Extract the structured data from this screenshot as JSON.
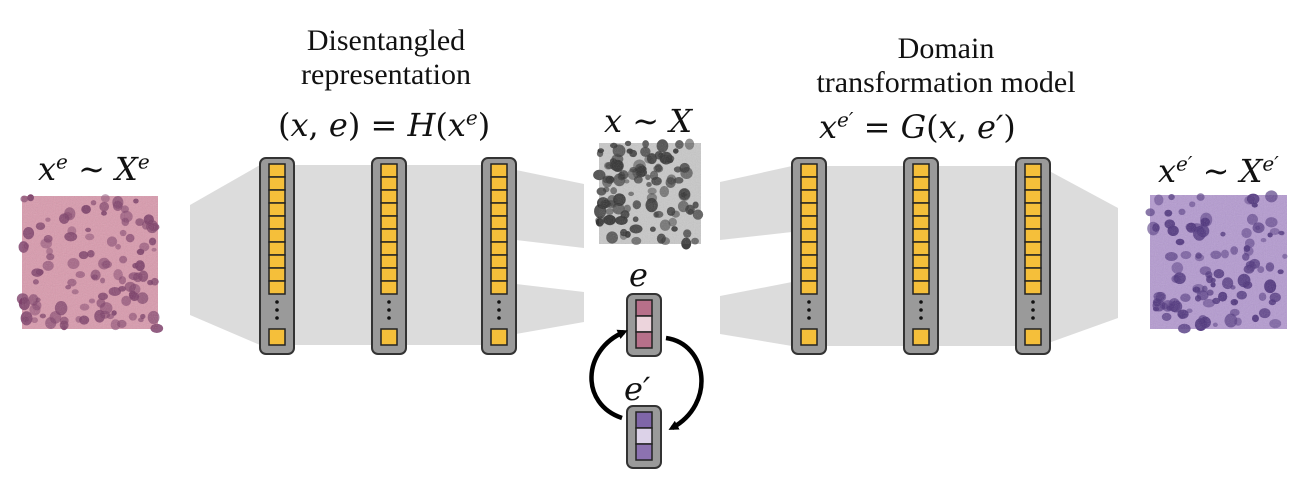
{
  "headings": {
    "left": [
      "Disentangled",
      "representation"
    ],
    "right": [
      "Domain",
      "transformation model"
    ]
  },
  "labels": {
    "input_domain": {
      "base": "x",
      "sup": "e",
      "op": "∼",
      "set": "X",
      "set_sup": "e"
    },
    "encoder_eq": "(x, e) = H(xe)",
    "content": {
      "base": "x",
      "op": "∼",
      "set": "X"
    },
    "decoder_eq": "xe′ = G(x, e′)",
    "output_domain": {
      "base": "x",
      "sup": "e′",
      "op": "∼",
      "set": "X",
      "set_sup": "e′"
    },
    "style_e": "e",
    "style_e_prime": "e′"
  },
  "colors": {
    "unit_fill": "#f5bf3a",
    "column_fill": "#9a9a9a",
    "band_fill": "#dcdcdc",
    "style_e": [
      "#b7708a",
      "#ecd4dc",
      "#b7708a"
    ],
    "style_e_prime": [
      "#7f66a8",
      "#dcd2e8",
      "#8c72b0"
    ],
    "he_pink": "#d99aad",
    "he_purple": "#b49ad0"
  },
  "icons": {
    "dots": "vertical-ellipsis-icon",
    "cycle": "swap-cycle-arrows-icon"
  }
}
